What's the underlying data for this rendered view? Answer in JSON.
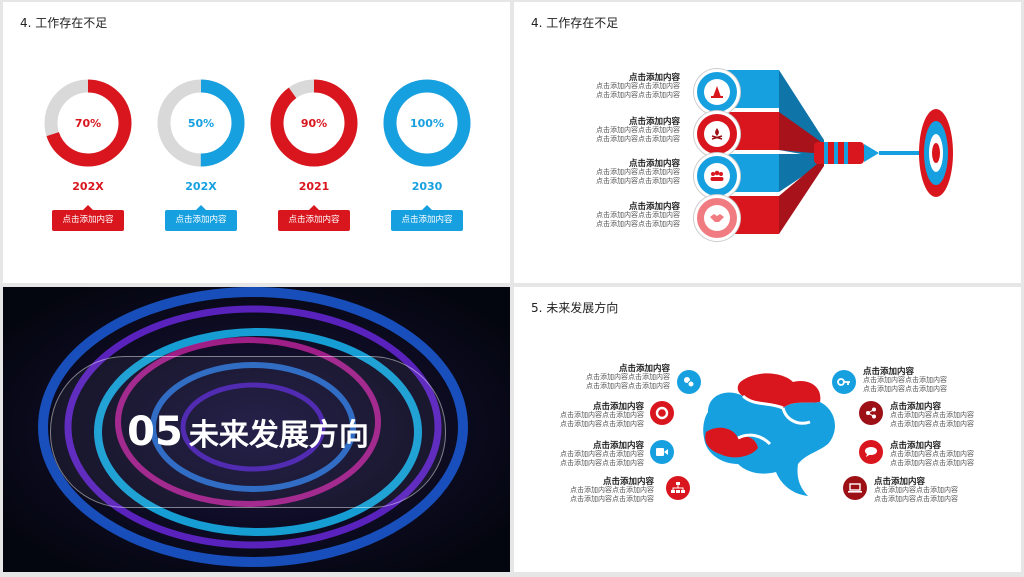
{
  "slide1": {
    "title": "4. 工作存在不足",
    "items": [
      {
        "percent": "70%",
        "value": 0.7,
        "year": "202X",
        "label": "点击添加内容",
        "color": "#d9161e"
      },
      {
        "percent": "50%",
        "value": 0.5,
        "year": "202X",
        "label": "点击添加内容",
        "color": "#17a0e0"
      },
      {
        "percent": "90%",
        "value": 0.9,
        "year": "2021",
        "label": "点击添加内容",
        "color": "#d9161e"
      },
      {
        "percent": "100%",
        "value": 1.0,
        "year": "2030",
        "label": "点击添加内容",
        "color": "#17a0e0"
      }
    ]
  },
  "slide2": {
    "title": "4. 工作存在不足",
    "items": [
      {
        "heading": "点击添加内容",
        "line1": "点击添加内容点击添加内容",
        "line2": "点击添加内容点击添加内容",
        "icon": "cone-icon"
      },
      {
        "heading": "点击添加内容",
        "line1": "点击添加内容点击添加内容",
        "line2": "点击添加内容点击添加内容",
        "icon": "campfire-icon"
      },
      {
        "heading": "点击添加内容",
        "line1": "点击添加内容点击添加内容",
        "line2": "点击添加内容点击添加内容",
        "icon": "team-icon"
      },
      {
        "heading": "点击添加内容",
        "line1": "点击添加内容点击添加内容",
        "line2": "点击添加内容点击添加内容",
        "icon": "handshake-icon"
      }
    ]
  },
  "slide3": {
    "number": "05",
    "title": "未来发展方向"
  },
  "slide4": {
    "title": "5. 未来发展方向",
    "left_items": [
      {
        "heading": "点击添加内容",
        "line1": "点击添加内容点击添加内容",
        "line2": "点击添加内容点击添加内容",
        "icon": "coins-icon"
      },
      {
        "heading": "点击添加内容",
        "line1": "点击添加内容点击添加内容",
        "line2": "点击添加内容点击添加内容",
        "icon": "lifebuoy-icon"
      },
      {
        "heading": "点击添加内容",
        "line1": "点击添加内容点击添加内容",
        "line2": "点击添加内容点击添加内容",
        "icon": "video-icon"
      },
      {
        "heading": "点击添加内容",
        "line1": "点击添加内容点击添加内容",
        "line2": "点击添加内容点击添加内容",
        "icon": "hierarchy-icon"
      }
    ],
    "right_items": [
      {
        "heading": "点击添加内容",
        "line1": "点击添加内容点击添加内容",
        "line2": "点击添加内容点击添加内容",
        "icon": "key-icon"
      },
      {
        "heading": "点击添加内容",
        "line1": "点击添加内容点击添加内容",
        "line2": "点击添加内容点击添加内容",
        "icon": "share-icon"
      },
      {
        "heading": "点击添加内容",
        "line1": "点击添加内容点击添加内容",
        "line2": "点击添加内容点击添加内容",
        "icon": "chat-icon"
      },
      {
        "heading": "点击添加内容",
        "line1": "点击添加内容点击添加内容",
        "line2": "点击添加内容点击添加内容",
        "icon": "laptop-icon"
      }
    ]
  },
  "colors": {
    "red": "#d9161e",
    "blue": "#17a0e0",
    "dark_red": "#9c1016",
    "grey": "#d9d9d9"
  }
}
